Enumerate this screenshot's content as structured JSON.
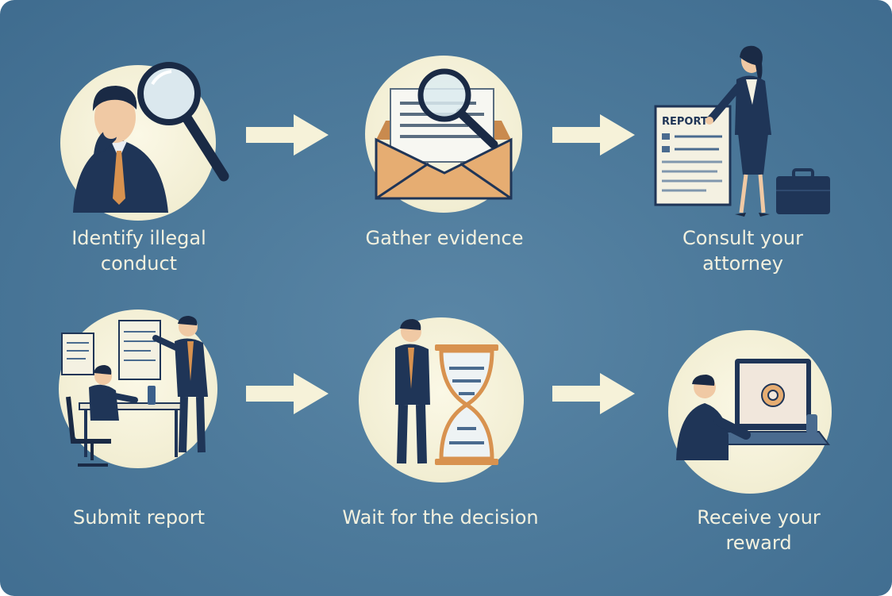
{
  "steps": [
    {
      "label": "Identify illegal\nconduct"
    },
    {
      "label": "Gather evidence"
    },
    {
      "label": "Consult your\nattorney"
    },
    {
      "label": "Submit report"
    },
    {
      "label": "Wait for the decision"
    },
    {
      "label": "Receive your\nreward"
    }
  ],
  "report_text": "REPORT",
  "colors": {
    "background": "#4d7a9b",
    "circle": "#f5f1d8",
    "navy": "#1f3557",
    "tie": "#d8924f",
    "envelope": "#e6ad72",
    "arrow": "#f6f2d9",
    "text": "#f3f1df"
  },
  "icons": [
    "magnifier-icon",
    "envelope-icon",
    "document-icon",
    "briefcase-icon",
    "hourglass-icon",
    "laptop-icon",
    "desk-icon",
    "chair-icon"
  ]
}
